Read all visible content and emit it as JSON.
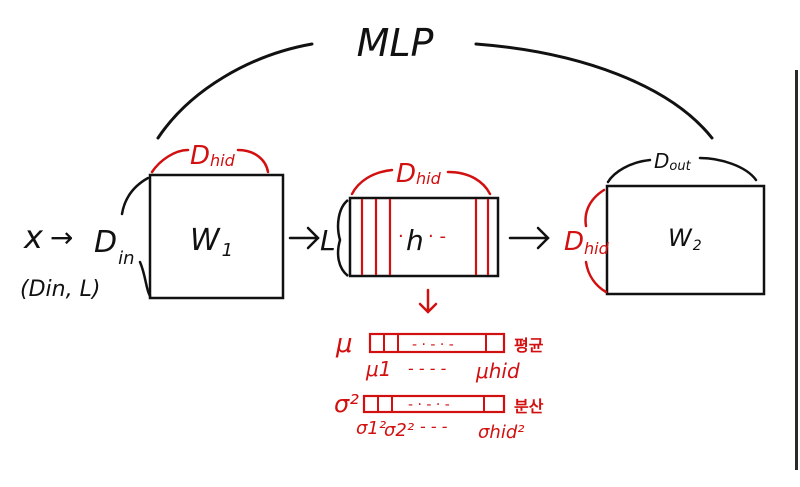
{
  "diagram": {
    "title": "MLP",
    "input": {
      "x": "x",
      "arrow": "→",
      "dim": "D",
      "dim_sub": "in",
      "shape": "(Din, L)"
    },
    "w1": {
      "label": "W",
      "sub": "1",
      "top_dim": "D",
      "top_dim_sub": "hid"
    },
    "between_w1_h": {
      "label": "L"
    },
    "h": {
      "label": "h",
      "top_dim": "D",
      "top_dim_sub": "hid"
    },
    "w2": {
      "label": "W",
      "sub": "2",
      "top_dim": "D",
      "top_dim_sub": "out",
      "left_dim": "D",
      "left_dim_sub": "hid"
    },
    "mean": {
      "symbol": "μ",
      "korean": "평균",
      "items": [
        "μ1",
        "- - - -",
        "μhid"
      ]
    },
    "variance": {
      "symbol": "σ²",
      "korean": "분산",
      "items": [
        "σ1²",
        "σ2²",
        "- - -",
        "σhid²"
      ]
    },
    "colors": {
      "ink": "#111111",
      "accent": "#d21010"
    }
  }
}
